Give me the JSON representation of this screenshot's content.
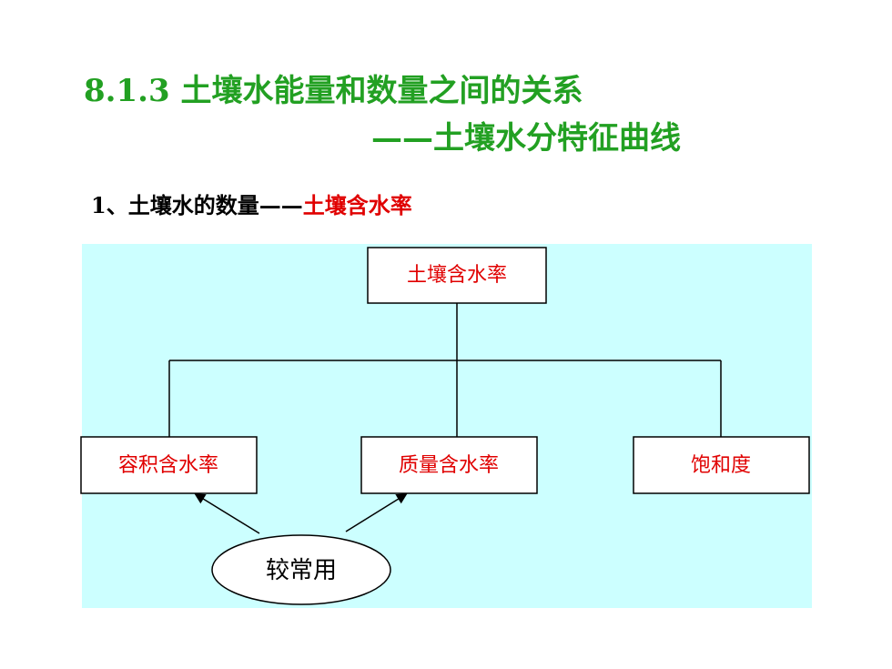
{
  "title": {
    "line1": "8.1.3 土壤水能量和数量之间的关系",
    "line2": "——土壤水分特征曲线"
  },
  "subtitle": {
    "prefix": "1、土壤水的数量——",
    "highlight": "土壤含水率"
  },
  "diagram": {
    "background_color": "#ccffff",
    "box_text_color": "#e00000",
    "root": "土壤含水率",
    "children": [
      "容积含水率",
      "质量含水率",
      "饱和度"
    ],
    "note": "较常用"
  }
}
